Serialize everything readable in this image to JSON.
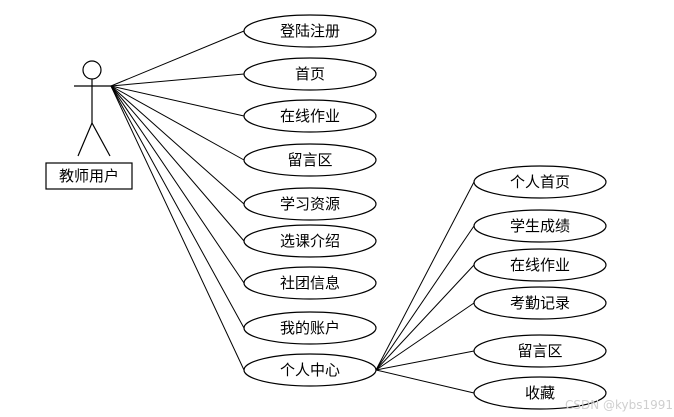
{
  "actor": {
    "label": "教师用户",
    "icon": "stick-figure-actor-icon"
  },
  "main_use_cases": [
    {
      "id": "login-register",
      "label": "登陆注册"
    },
    {
      "id": "home",
      "label": "首页"
    },
    {
      "id": "online-homework",
      "label": "在线作业"
    },
    {
      "id": "message-board",
      "label": "留言区"
    },
    {
      "id": "learning-resources",
      "label": "学习资源"
    },
    {
      "id": "course-intro",
      "label": "选课介绍"
    },
    {
      "id": "club-info",
      "label": "社团信息"
    },
    {
      "id": "my-account",
      "label": "我的账户"
    },
    {
      "id": "personal-center",
      "label": "个人中心"
    }
  ],
  "personal_center_use_cases": [
    {
      "id": "personal-home",
      "label": "个人首页"
    },
    {
      "id": "student-grades",
      "label": "学生成绩"
    },
    {
      "id": "online-homework-sub",
      "label": "在线作业"
    },
    {
      "id": "attendance-records",
      "label": "考勤记录"
    },
    {
      "id": "message-board-sub",
      "label": "留言区"
    },
    {
      "id": "favorites",
      "label": "收藏"
    }
  ],
  "watermark": "CSDN @kybs1991"
}
